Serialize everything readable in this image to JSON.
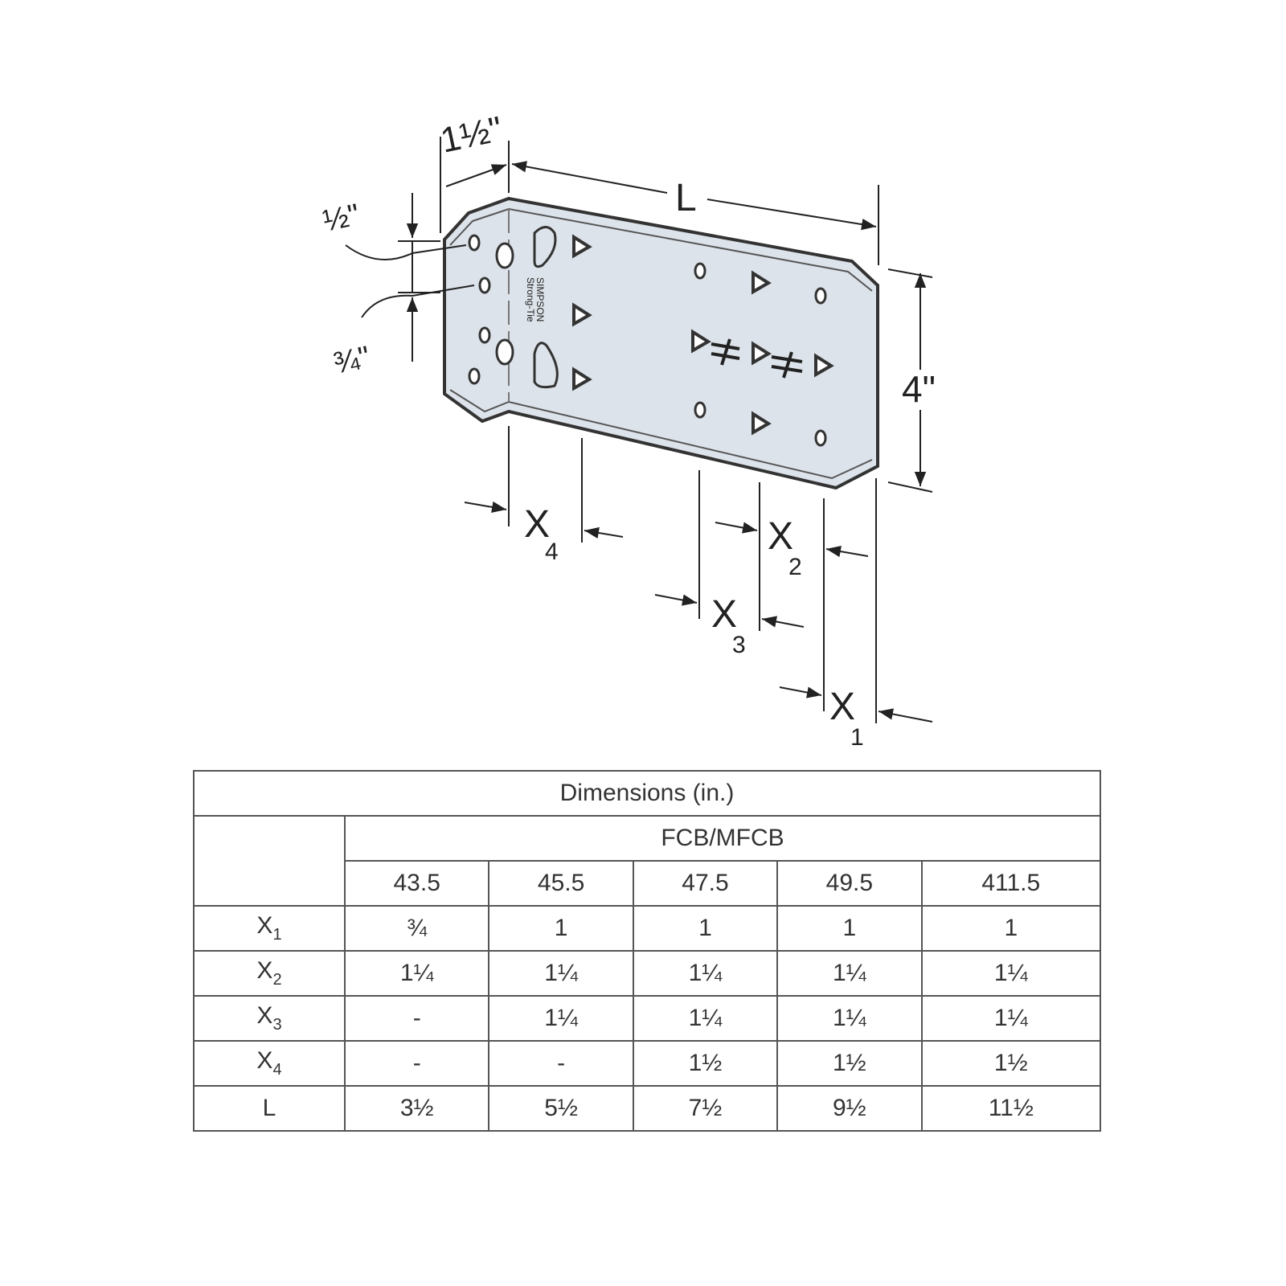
{
  "diagram": {
    "brand_line1": "SIMPSON",
    "brand_line2": "Strong-Tie",
    "dims": {
      "depth": "1½\"",
      "length": "L",
      "half": "½\"",
      "three_quarter": "¾\"",
      "height": "4\"",
      "x1": {
        "main": "X",
        "sub": "1"
      },
      "x2": {
        "main": "X",
        "sub": "2"
      },
      "x3": {
        "main": "X",
        "sub": "3"
      },
      "x4": {
        "main": "X",
        "sub": "4"
      }
    },
    "colors": {
      "plate": "#dde3ea",
      "edge": "#333333"
    }
  },
  "table": {
    "title": "Dimensions (in.)",
    "group": "FCB/MFCB",
    "models": [
      "43.5",
      "45.5",
      "47.5",
      "49.5",
      "411.5"
    ],
    "rows": [
      {
        "label": "X",
        "sub": "1",
        "values": [
          "¾",
          "1",
          "1",
          "1",
          "1"
        ]
      },
      {
        "label": "X",
        "sub": "2",
        "values": [
          "1¼",
          "1¼",
          "1¼",
          "1¼",
          "1¼"
        ]
      },
      {
        "label": "X",
        "sub": "3",
        "values": [
          "-",
          "1¼",
          "1¼",
          "1¼",
          "1¼"
        ]
      },
      {
        "label": "X",
        "sub": "4",
        "values": [
          "-",
          "-",
          "1½",
          "1½",
          "1½"
        ]
      },
      {
        "label": "L",
        "sub": "",
        "values": [
          "3½",
          "5½",
          "7½",
          "9½",
          "11½"
        ]
      }
    ]
  }
}
